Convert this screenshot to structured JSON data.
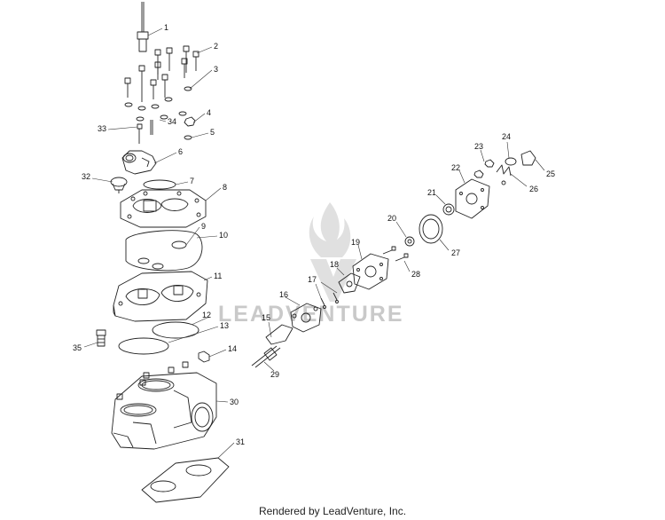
{
  "watermark": {
    "text": "LEADVENTURE"
  },
  "footer": {
    "text": "Rendered by LeadVenture, Inc."
  },
  "callouts": [
    "1",
    "2",
    "3",
    "4",
    "5",
    "6",
    "7",
    "8",
    "9",
    "10",
    "11",
    "12",
    "13",
    "14",
    "15",
    "16",
    "17",
    "18",
    "19",
    "20",
    "21",
    "22",
    "23",
    "24",
    "25",
    "26",
    "27",
    "28",
    "29",
    "30",
    "31",
    "32",
    "33",
    "34",
    "35"
  ],
  "colors": {
    "line": "#222222",
    "background": "#ffffff",
    "watermark": "#c9c9c9"
  }
}
